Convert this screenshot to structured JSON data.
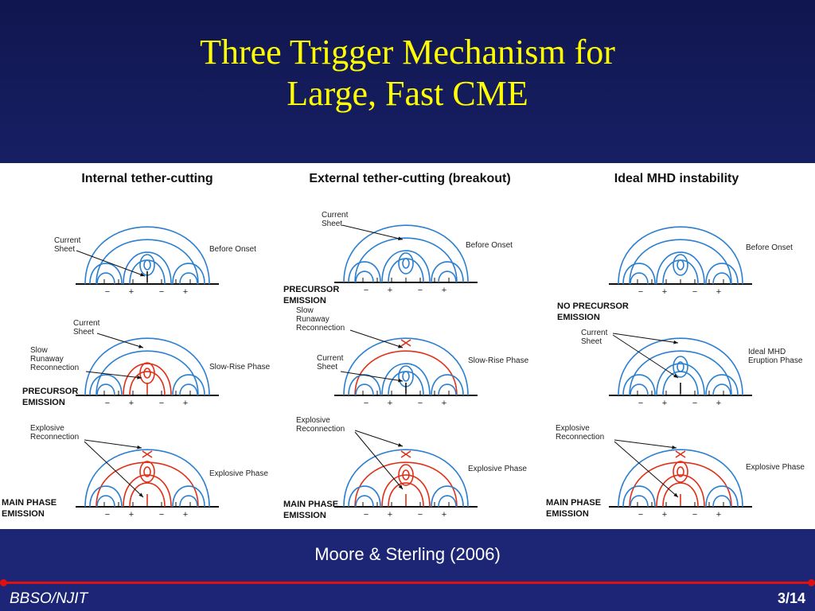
{
  "slide": {
    "title_line1": "Three Trigger Mechanism for",
    "title_line2": "Large, Fast CME",
    "caption": "Moore & Sterling (2006)",
    "footer_left": "BBSO/NJIT",
    "page": "3/14"
  },
  "colors": {
    "title": "#ffff00",
    "blue_field": "#2a7fd0",
    "red_field": "#e03018",
    "background": "#1b2470"
  },
  "columns": [
    {
      "title": "Internal tether-cutting",
      "labels": {
        "current_sheet_1": "Current\nSheet",
        "before_onset": "Before Onset",
        "current_sheet_2": "Current\nSheet",
        "slow_runaway": "Slow\nRunaway\nReconnection",
        "slow_rise": "Slow-Rise Phase",
        "precursor": "PRECURSOR\nEMISSION",
        "explosive_reconnection": "Explosive\nReconnection",
        "explosive_phase": "Explosive Phase",
        "main_phase": "MAIN PHASE\nEMISSION"
      }
    },
    {
      "title": "External tether-cutting (breakout)",
      "labels": {
        "current_sheet_1": "Current\nSheet",
        "before_onset": "Before Onset",
        "precursor": "PRECURSOR\nEMISSION",
        "slow_runaway": "Slow\nRunaway\nReconnection",
        "current_sheet_2": "Current\nSheet",
        "slow_rise": "Slow-Rise Phase",
        "explosive_reconnection": "Explosive\nReconnection",
        "explosive_phase": "Explosive Phase",
        "main_phase": "MAIN PHASE\nEMISSION"
      }
    },
    {
      "title": "Ideal MHD instability",
      "labels": {
        "before_onset": "Before Onset",
        "no_precursor": "NO PRECURSOR\nEMISSION",
        "current_sheet": "Current\nSheet",
        "ideal_eruption": "Ideal MHD\nEruption Phase",
        "explosive_reconnection": "Explosive\nReconnection",
        "explosive_phase": "Explosive Phase",
        "main_phase": "MAIN PHASE\nEMISSION"
      }
    }
  ],
  "polarity_signs": [
    "−",
    "+",
    "−",
    "+"
  ]
}
